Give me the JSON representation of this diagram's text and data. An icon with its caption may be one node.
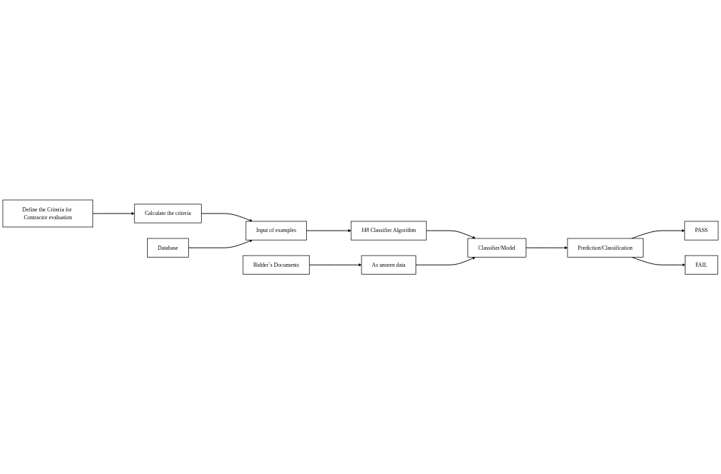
{
  "diagram": {
    "nodes": [
      {
        "text": [
          "Calculate the criteria"
        ]
      },
      {
        "text": [
          "Define the Criteria for Contractor evaluation"
        ]
      },
      {
        "text": [
          "Input of examples"
        ]
      },
      {
        "text": [
          "Database"
        ]
      },
      {
        "text": [
          "J48 Classifier Algorithm"
        ]
      },
      {
        "text": [
          "Classifier/Model"
        ]
      },
      {
        "text": [
          "Prediction/Classification"
        ]
      },
      {
        "text": [
          "PASS"
        ]
      },
      {
        "text": [
          "FAIL"
        ]
      },
      {
        "text": [
          "Bidder`s Documents"
        ]
      },
      {
        "text": [
          "As unseen data"
        ]
      }
    ],
    "edges": [
      {
        "from": 1,
        "to": 0,
        "arrow": "to"
      },
      {
        "from": 0,
        "to": 2,
        "arrow": "to"
      },
      {
        "from": 3,
        "to": 2,
        "arrow": "to"
      },
      {
        "from": 2,
        "to": 4,
        "arrow": "to"
      },
      {
        "from": 4,
        "to": 5,
        "arrow": "to"
      },
      {
        "from": 5,
        "to": 6,
        "arrow": "to"
      },
      {
        "from": 6,
        "to": 7,
        "arrow": "to"
      },
      {
        "from": 6,
        "to": 8,
        "arrow": "to"
      },
      {
        "from": 9,
        "to": 10,
        "arrow": "to"
      },
      {
        "from": 10,
        "to": 5,
        "arrow": "to"
      }
    ]
  }
}
